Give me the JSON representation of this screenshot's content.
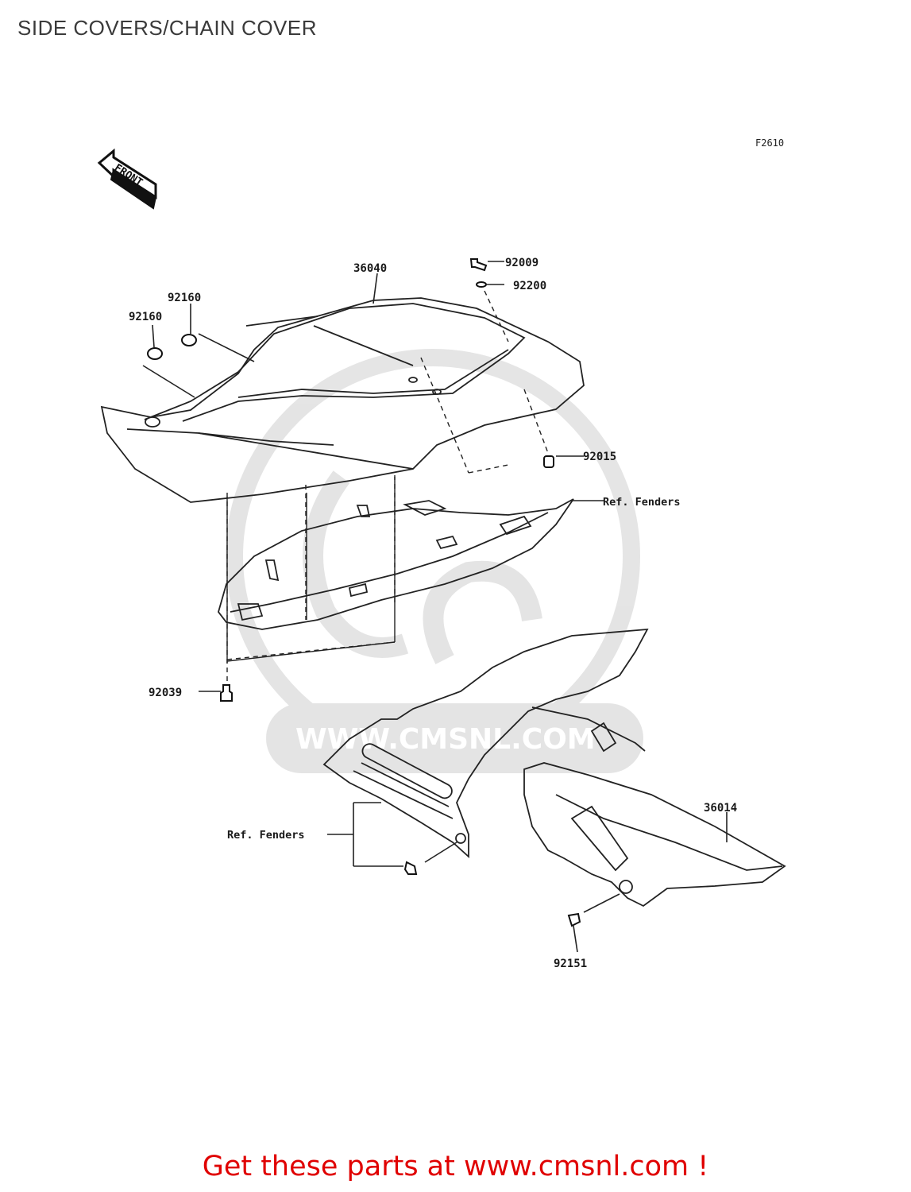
{
  "title": "SIDE COVERS/CHAIN COVER",
  "figure_code": "F2610",
  "front_marker": "FRONT",
  "parts": {
    "p36040": "36040",
    "p92009": "92009",
    "p92200": "92200",
    "p92160_a": "92160",
    "p92160_b": "92160",
    "p92015": "92015",
    "ref_fenders_upper": "Ref. Fenders",
    "p92039": "92039",
    "p36014": "36014",
    "ref_fenders_lower": "Ref. Fenders",
    "p92151": "92151"
  },
  "watermark": "WWW.CMSNL.COM",
  "cta": "Get these parts at www.cmsnl.com !"
}
